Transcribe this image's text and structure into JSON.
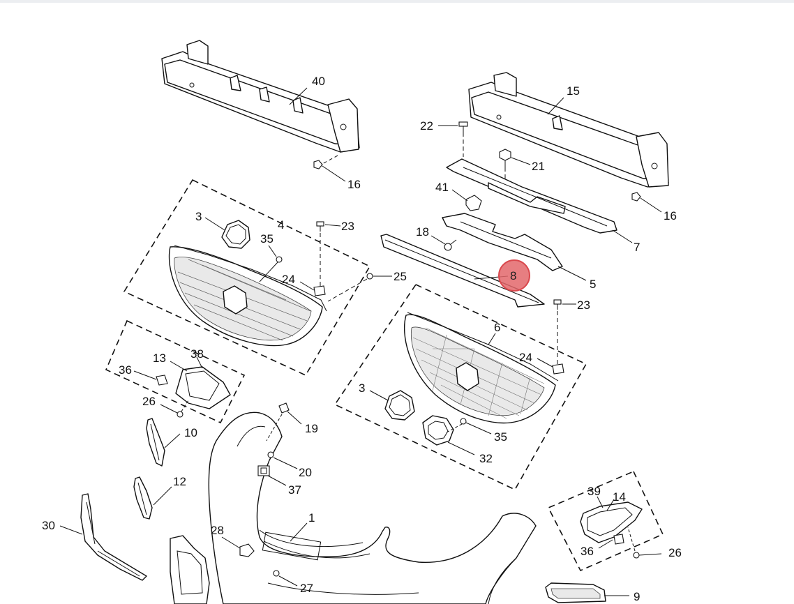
{
  "diagram": {
    "highlighted_callout": "8",
    "callouts": {
      "c40": "40",
      "c15": "15",
      "c22": "22",
      "c21": "21",
      "c16a": "16",
      "c16b": "16",
      "c41": "41",
      "c3a": "3",
      "c4": "4",
      "c23a": "23",
      "c35a": "35",
      "c18": "18",
      "c7": "7",
      "c24a": "24",
      "c25": "25",
      "c5": "5",
      "c23b": "23",
      "c6": "6",
      "c13": "13",
      "c38": "38",
      "c36a": "36",
      "c24b": "24",
      "c26a": "26",
      "c3b": "3",
      "c19": "19",
      "c35b": "35",
      "c10": "10",
      "c32": "32",
      "c20": "20",
      "c12": "12",
      "c37": "37",
      "c1": "1",
      "c39": "39",
      "c14": "14",
      "c30": "30",
      "c28": "28",
      "c36b": "36",
      "c26b": "26",
      "c27": "27",
      "c9": "9"
    }
  }
}
